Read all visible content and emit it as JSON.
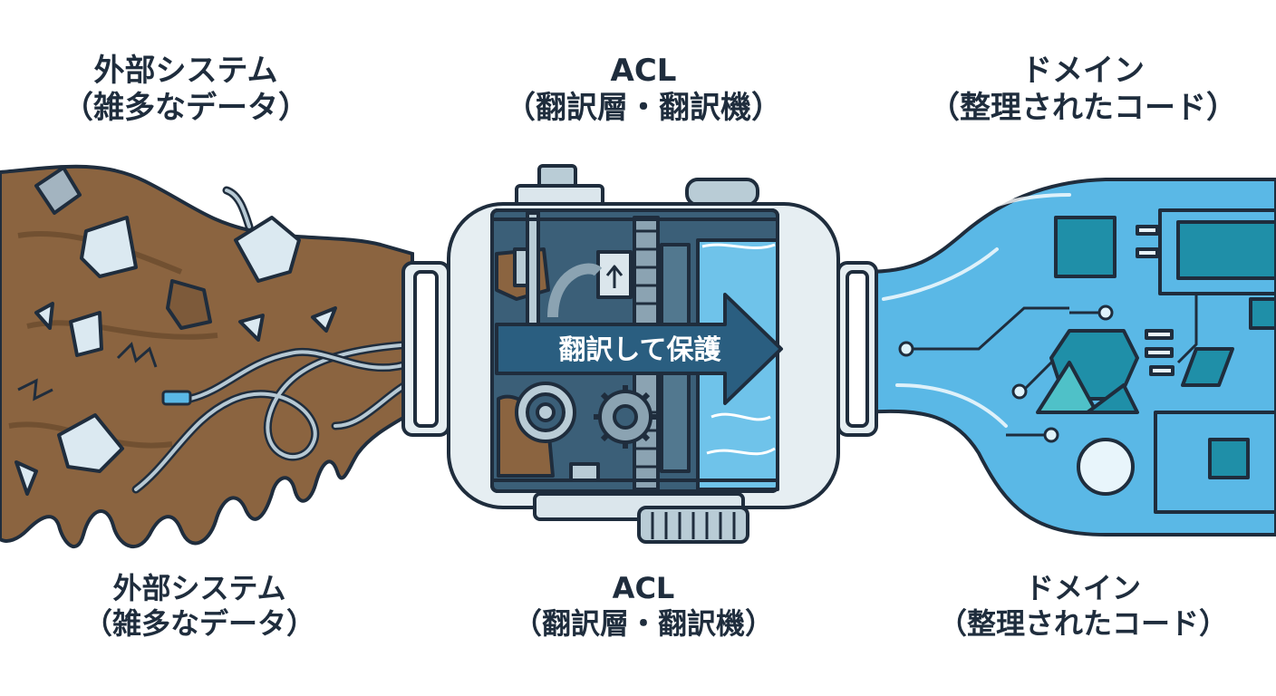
{
  "labels": {
    "top": {
      "left": {
        "line1": "外部システム",
        "line2": "（雑多なデータ）"
      },
      "center": {
        "line1": "ACL",
        "line2": "（翻訳層・翻訳機）"
      },
      "right": {
        "line1": "ドメイン",
        "line2": "（整理されたコード）"
      }
    },
    "bottom": {
      "left": {
        "line1": "外部システム",
        "line2": "（雑多なデータ）"
      },
      "center": {
        "line1": "ACL",
        "line2": "（翻訳層・翻訳機）"
      },
      "right": {
        "line1": "ドメイン",
        "line2": "（整理されたコード）"
      }
    }
  },
  "arrow": {
    "label": "翻訳して保護"
  },
  "colors": {
    "text": "#1f2d3d",
    "mud": "#8b6440",
    "mud_dark": "#5c3f24",
    "machine_frame": "#e6eef2",
    "machine_dark": "#3b5f78",
    "water": "#5ab8e6",
    "water_light": "#a9dcf3",
    "circuit": "#1f8fa8",
    "arrow": "#2a5e80"
  }
}
